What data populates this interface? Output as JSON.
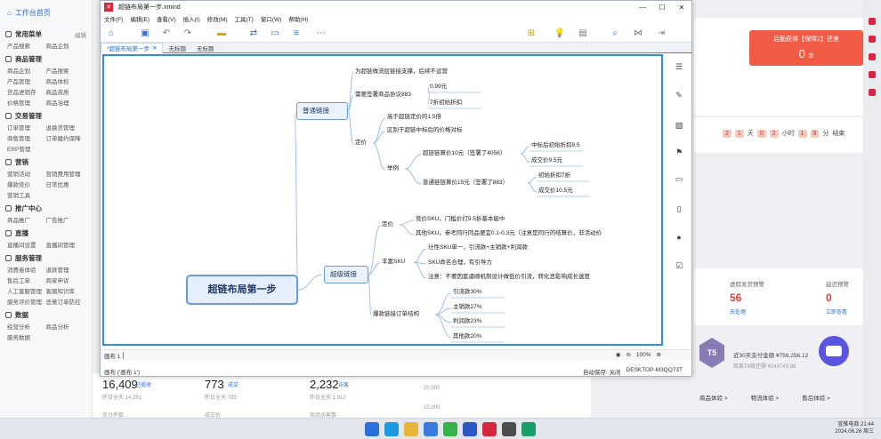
{
  "background": {
    "sidebar": {
      "home": "工作台首页",
      "groups": [
        {
          "title": "常用菜单",
          "right": "编辑",
          "items": [
            "产品搜索",
            "商品企划"
          ]
        },
        {
          "title": "商品管理",
          "right": "",
          "items": [
            "商品企划",
            "产品搜索",
            "产品管理",
            "商品体检",
            "货品进销存",
            "商品资质",
            "价格管理",
            "商品治理"
          ]
        },
        {
          "title": "交易管理",
          "right": "",
          "items": [
            "订单管理",
            "退换货管理",
            "商售管理",
            "订单履约保障",
            "ERP管理"
          ]
        },
        {
          "title": "营销",
          "right": "",
          "items": [
            "营销活动",
            "营销费用管理",
            "爆款竞价",
            "日常优惠",
            "营销工具"
          ]
        },
        {
          "title": "推广中心",
          "right": "",
          "items": [
            "商品推广",
            "广告推广"
          ]
        },
        {
          "title": "直播",
          "right": "",
          "items": [
            "直播间设置",
            "直播间管理"
          ]
        },
        {
          "title": "服务管理",
          "right": "",
          "items": [
            "消费者体验",
            "退款管理",
            "售后工单",
            "商家申诉",
            "人工客服管理",
            "客服知识库",
            "服务评价管理",
            "恶意订单防控"
          ]
        },
        {
          "title": "数据",
          "right": "",
          "items": [
            "经营分析",
            "商品分析",
            "服务数据"
          ]
        }
      ]
    },
    "promo": {
      "text": "后勤获得【保障2】还差",
      "value": "0",
      "unit": "单"
    },
    "countdown": {
      "d1": "2",
      "d2": "1",
      "unit_day": "天",
      "h1": "0",
      "h2": "2",
      "unit_hour": "小时",
      "m1": "1",
      "m2": "9",
      "unit_min": "分",
      "suffix": "结束"
    },
    "stats_right": [
      {
        "label": "虚假发货预警",
        "value": "56",
        "sub": "去处理"
      },
      {
        "label": "延迟预警",
        "value": "0",
        "sub": "立即查看"
      }
    ],
    "vip": {
      "badge": "T5",
      "text1": "近30天支付金额 ¥756,256.12",
      "text2": "距离T6级还需 ¥243743.88"
    },
    "bottom_stats": [
      {
        "value": "16,409",
        "tag": "已揽收",
        "sub": "昨日全天 14,281"
      },
      {
        "value": "773",
        "tag": "成交",
        "sub": "昨日全天 785"
      },
      {
        "value": "2,232",
        "tag": "访客",
        "sub": "昨日全天 1,912"
      }
    ],
    "axis_numbers": [
      "20,000",
      "15,000"
    ],
    "bottom_links": [
      "商品体验 >",
      "物流体验 >",
      "售后体验 >"
    ],
    "bottom_labels": [
      "支付件数",
      "成交价",
      "商品访客数"
    ]
  },
  "taskbar": {
    "tray_line1": "宣推电商 21:44",
    "tray_line2": "2024.06.26 周三"
  },
  "xmind": {
    "window_title": "超链布局第一步.xmind",
    "menu": [
      "文件(F)",
      "编辑(E)",
      "查看(V)",
      "插入(I)",
      "修改(M)",
      "工具(T)",
      "窗口(W)",
      "帮助(H)"
    ],
    "tabs": [
      {
        "label": "*超链布局第一步",
        "active": true
      },
      {
        "label": "无标题",
        "active": false
      },
      {
        "label": "无标题",
        "active": false
      }
    ],
    "sheet": "画布 1",
    "zoom": "100%",
    "status_left": "画布 ('画布 1')",
    "status_autosave": "自动保存: 关闭",
    "status_host": "DESKTOP-M3QQ73T"
  },
  "mindmap": {
    "root": "超链布局第一步",
    "branch1": {
      "title": "普通链接",
      "items": {
        "a": "为超链做流层链接支撑，后续不运营",
        "b": "需要签署商品协议883",
        "b1": "0.99元",
        "b2": "7折初始折扣",
        "c": "定价",
        "c1": "高于超链定价的1.5倍",
        "c2": "区别于超链中标后的价格对标",
        "c3": "举例",
        "e1": "超链链算价10元（签署了4056）",
        "e1a": "中标后初始折扣9.5",
        "e1b": "成交价9.5元",
        "e2": "普通链链算价15元（签署了883）",
        "e2a": "初始折扣7折",
        "e2b": "成交价10.5元"
      }
    },
    "branch2": {
      "title": "超级链接",
      "items": {
        "p": "定价",
        "p1": "竞价SKU，门槛价打9.5折基本能中",
        "p2": "其他SKU，参考同行同品便宜0.1-0.3元（注意是同行的结算价，非活动价",
        "s": "丰富SKU",
        "s1": "壮性SKU单一，引流款+主销款+利润款",
        "s2": "SKU命名合理，有引导力",
        "s3": "注意：不要因套逼顺机制设计做低价引流，转化恶影响成长速度",
        "o": "爆款链接订单结构",
        "o1": "引流款30%",
        "o2": "主销款27%",
        "o3": "利润款23%",
        "o4": "其他款20%"
      }
    }
  },
  "colors": {
    "accent": "#2f8fd8",
    "node_border": "#6a9ad9",
    "node_fill": "#eaf2fc",
    "promo": "#f15b45",
    "line": "#9fc0ea"
  }
}
